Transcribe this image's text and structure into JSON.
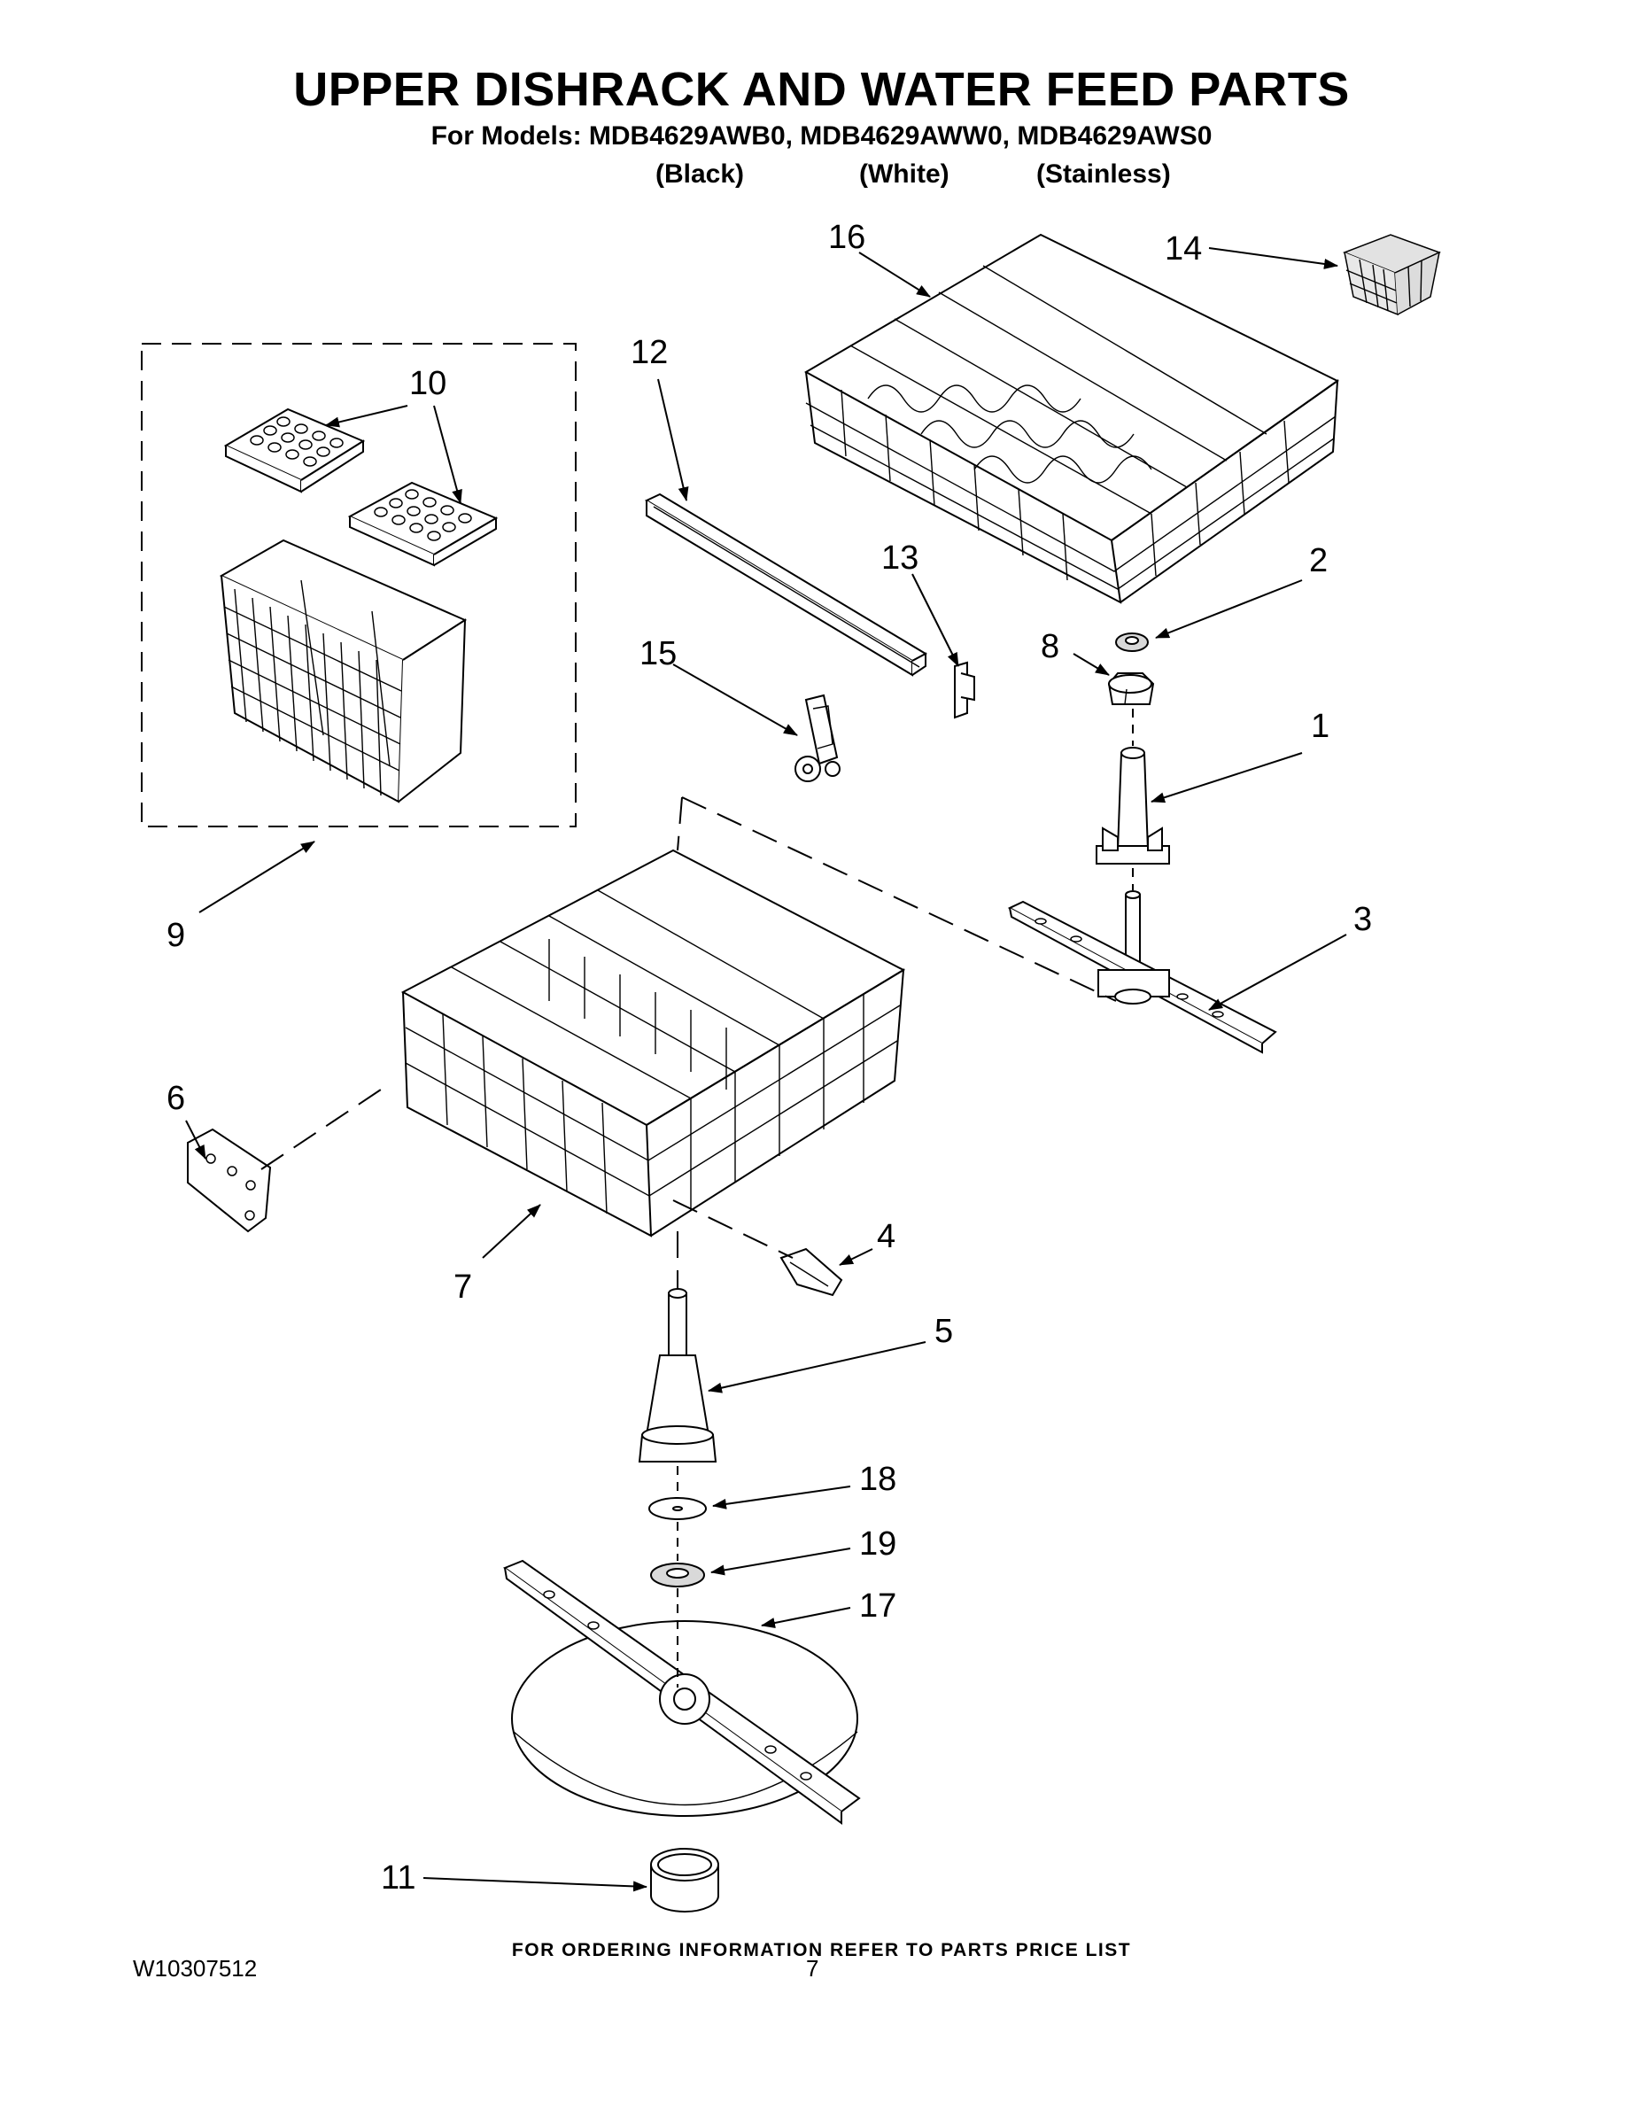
{
  "header": {
    "title": "UPPER DISHRACK AND WATER FEED PARTS",
    "models_line": "For Models: MDB4629AWB0, MDB4629AWW0, MDB4629AWS0",
    "variants": [
      "(Black)",
      "(White)",
      "(Stainless)"
    ]
  },
  "callouts": [
    "1",
    "2",
    "3",
    "4",
    "5",
    "6",
    "7",
    "8",
    "9",
    "10",
    "11",
    "12",
    "13",
    "14",
    "15",
    "16",
    "17",
    "18",
    "19"
  ],
  "footer": {
    "ordering_note": "FOR ORDERING INFORMATION REFER TO PARTS PRICE LIST",
    "document_number": "W10307512",
    "page_number": "7"
  }
}
